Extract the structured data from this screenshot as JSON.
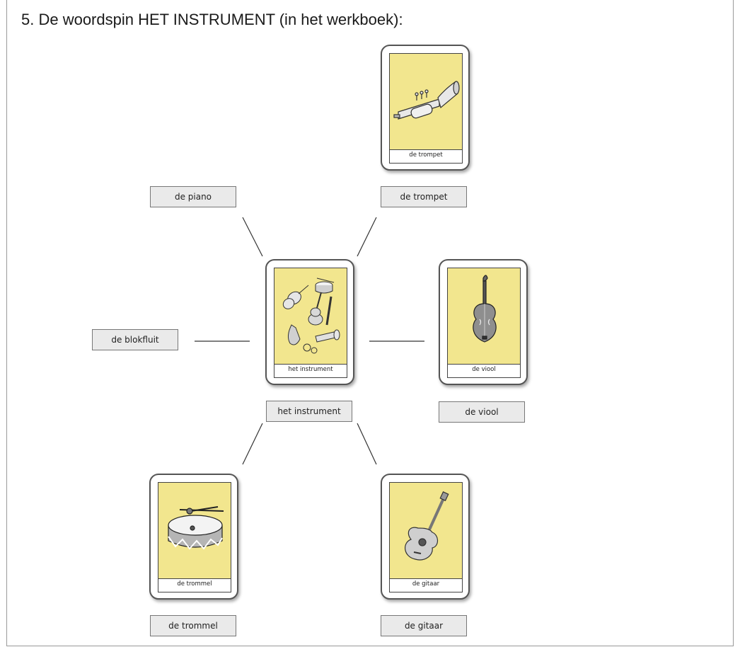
{
  "title": "5. De woordspin HET INSTRUMENT (in het werkboek):",
  "cards": {
    "center": {
      "caption": "het instrument",
      "icon": "instruments-collage-icon"
    },
    "trompet": {
      "caption": "de trompet",
      "icon": "trumpet-icon"
    },
    "viool": {
      "caption": "de viool",
      "icon": "violin-icon"
    },
    "trommel": {
      "caption": "de trommel",
      "icon": "drum-icon"
    },
    "gitaar": {
      "caption": "de gitaar",
      "icon": "guitar-icon"
    }
  },
  "labels": {
    "piano": "de piano",
    "trompet": "de trompet",
    "blokfluit": "de blokfluit",
    "instrument": "het instrument",
    "viool": "de viool",
    "trommel": "de trommel",
    "gitaar": "de gitaar"
  },
  "colors": {
    "card_background": "#f2e68e",
    "label_background": "#eaeaea"
  }
}
